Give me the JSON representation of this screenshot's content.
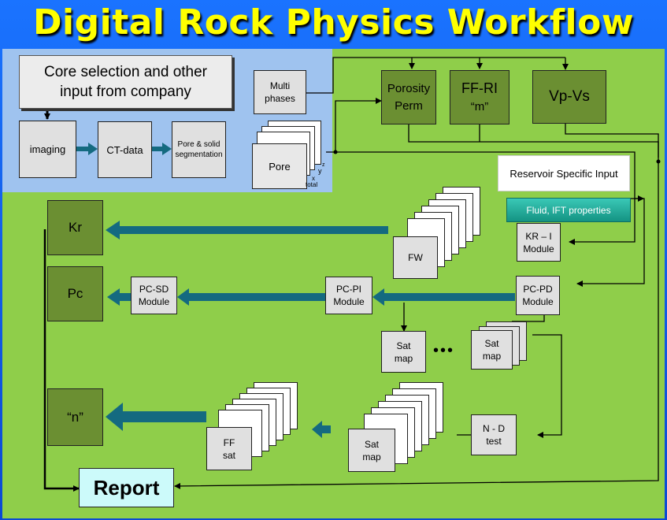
{
  "title": "Digital Rock Physics Workflow",
  "colors": {
    "title": "#ffff00",
    "background": "#0b4ad3",
    "panel_green": "#8fce4a",
    "panel_blue": "#9fc3ef",
    "box_olive": "#6b8f32",
    "box_grey": "#e0e0e0",
    "arrow_teal": "#146a80",
    "report": "#ccfafa",
    "fluid_bar": "#21a89a"
  },
  "input_box": "Core selection and other input from company",
  "pipeline": {
    "imaging": "imaging",
    "ctdata": "CT-data",
    "segmentation": "Pore & solid segmentation",
    "multiphases": "Multi phases",
    "pore": "Pore",
    "pore_y": "y",
    "pore_z": "z",
    "pore_x": "x",
    "pore_total": "total"
  },
  "top_outputs": {
    "porosity_line1": "Porosity",
    "porosity_line2": "Perm",
    "ffri_line1": "FF-RI",
    "ffri_line2": "“m”",
    "vpvs": "Vp-Vs"
  },
  "reservoir_input": "Reservoir Specific Input",
  "fluid_properties": "Fluid, IFT properties",
  "modules": {
    "kr_i": "KR – I Module",
    "pc_pd": "PC-PD Module",
    "pc_pi": "PC-PI Module",
    "pc_sd": "PC-SD Module",
    "nd_test": "N - D test"
  },
  "stacks": {
    "fw": "FW",
    "sat_map": "Sat map",
    "ff_sat": "FF sat",
    "ellipsis": "•••"
  },
  "results": {
    "kr": "Kr",
    "pc": "Pc",
    "n": "“n”",
    "report": "Report"
  }
}
